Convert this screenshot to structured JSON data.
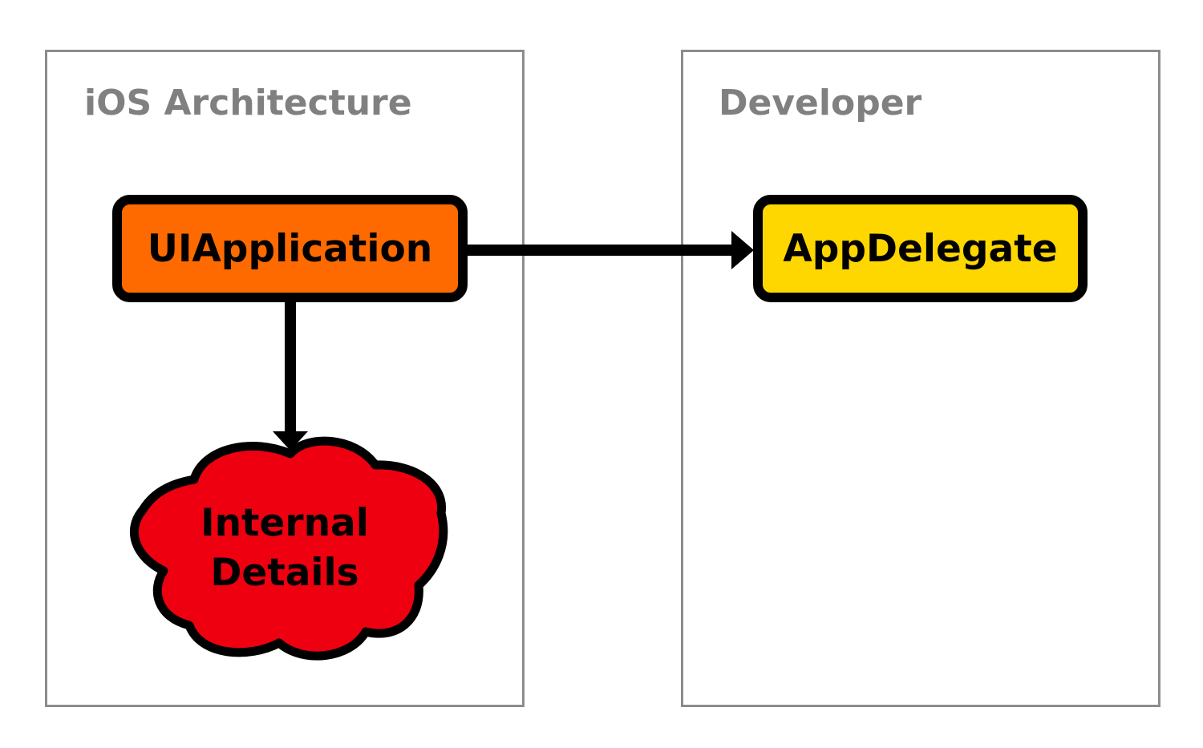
{
  "panels": {
    "ios": {
      "title": "iOS Architecture"
    },
    "developer": {
      "title": "Developer"
    }
  },
  "nodes": {
    "uiapplication": {
      "label": "UIApplication",
      "fill": "#ff6a00"
    },
    "appdelegate": {
      "label": "AppDelegate",
      "fill": "#ffd700"
    },
    "internal_details": {
      "line1": "Internal",
      "line2": "Details",
      "fill": "#ee0010"
    }
  },
  "colors": {
    "panel_border": "#8c8c8c",
    "panel_title": "#808080",
    "outline": "#000000"
  },
  "icons": {
    "connector_right": "arrow-right",
    "connector_down": "arrow-down",
    "cloud": "cloud-shape"
  }
}
